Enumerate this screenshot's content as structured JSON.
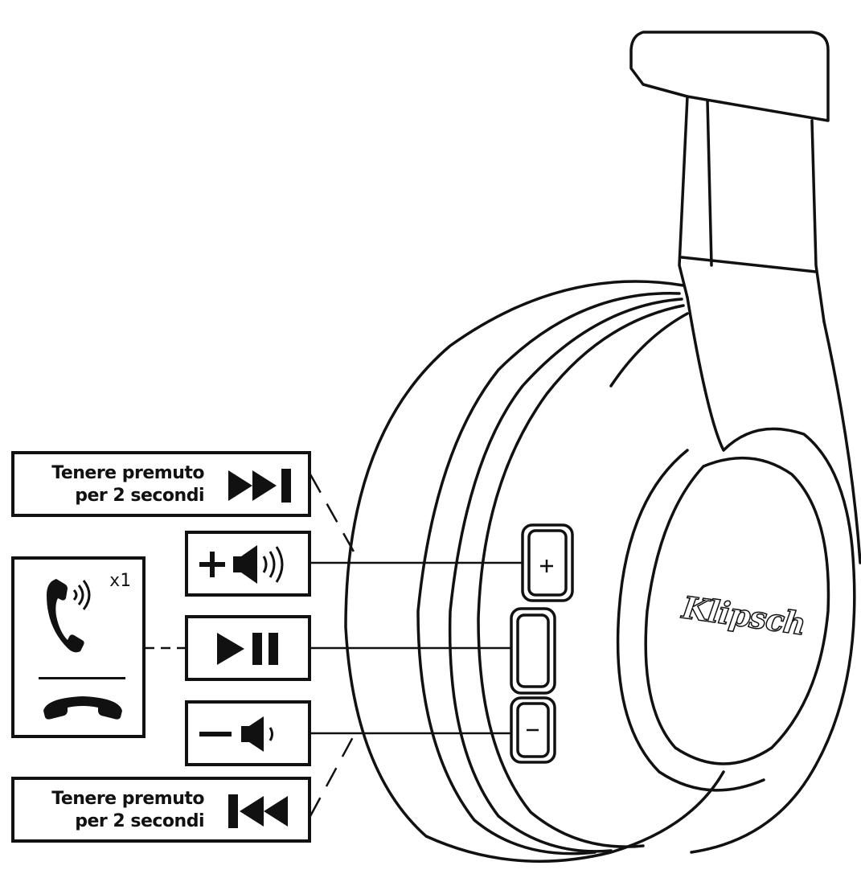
{
  "callouts": {
    "next_track": {
      "label_line1": "Tenere premuto",
      "label_line2": "per 2 secondi",
      "icon": "skip-forward-icon"
    },
    "volume_up": {
      "icon": "volume-up-icon"
    },
    "play_pause": {
      "icon": "play-pause-icon"
    },
    "volume_down": {
      "icon": "volume-down-icon"
    },
    "previous_track": {
      "label_line1": "Tenere premuto",
      "label_line2": "per 2 secondi",
      "icon": "skip-back-icon"
    },
    "call": {
      "press_count": "x1",
      "answer_icon": "phone-ringing-icon",
      "hangup_icon": "phone-hangup-icon"
    }
  },
  "device": {
    "brand_logo": "Klipsch",
    "buttons": [
      "+",
      "",
      "–"
    ]
  },
  "colors": {
    "ink": "#111111",
    "paper": "#ffffff"
  }
}
